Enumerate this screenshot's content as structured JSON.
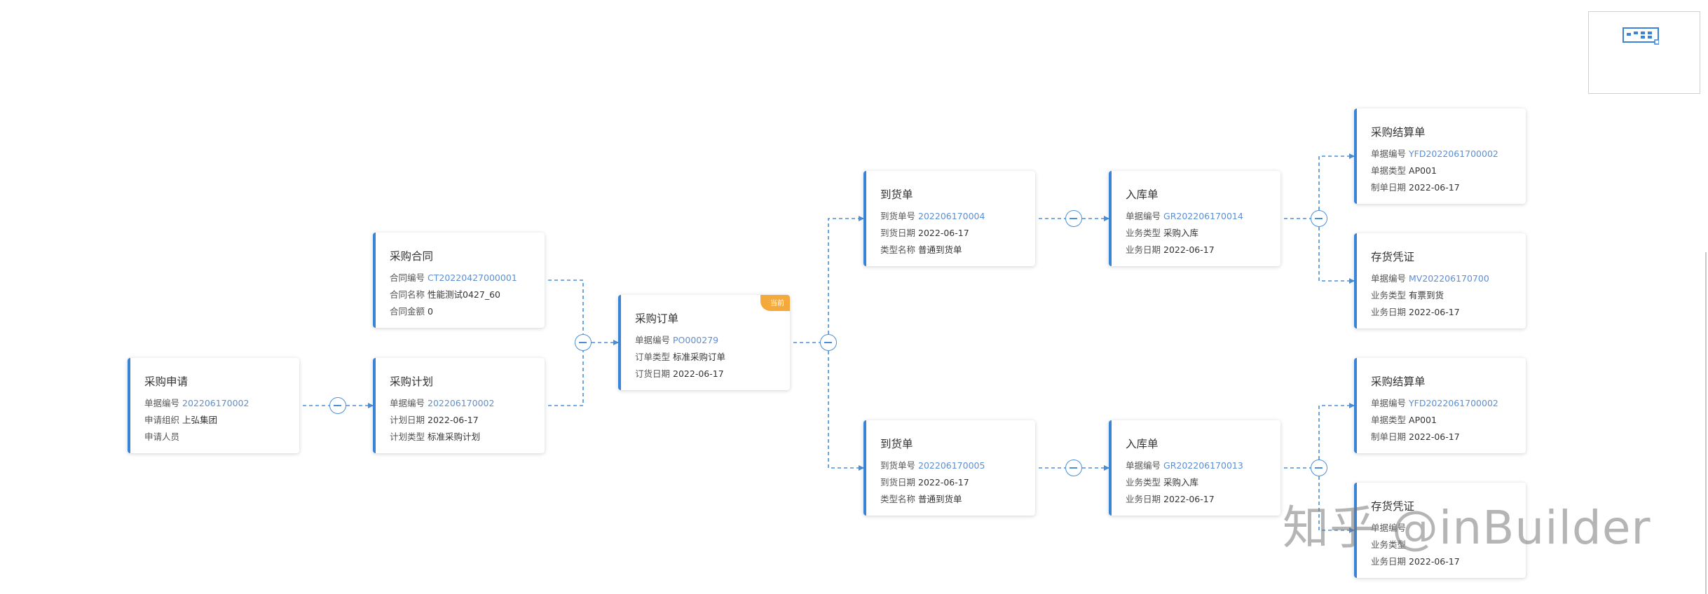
{
  "nodes": {
    "purchase_request": {
      "title": "采购申请",
      "rows": [
        {
          "label": "单据编号",
          "value": "202206170002"
        },
        {
          "label": "申请组织",
          "value": "上弘集团"
        },
        {
          "label": "申请人员",
          "value": ""
        }
      ]
    },
    "purchase_contract": {
      "title": "采购合同",
      "rows": [
        {
          "label": "合同编号",
          "value": "CT20220427000001"
        },
        {
          "label": "合同名称",
          "value": "性能测试0427_60"
        },
        {
          "label": "合同金额",
          "value": "0"
        }
      ]
    },
    "purchase_plan": {
      "title": "采购计划",
      "rows": [
        {
          "label": "单据编号",
          "value": "202206170002"
        },
        {
          "label": "计划日期",
          "value": "2022-06-17"
        },
        {
          "label": "计划类型",
          "value": "标准采购计划"
        }
      ]
    },
    "purchase_order": {
      "title": "采购订单",
      "badge": "当前",
      "rows": [
        {
          "label": "单据编号",
          "value": "PO000279"
        },
        {
          "label": "订单类型",
          "value": "标准采购订单"
        },
        {
          "label": "订货日期",
          "value": "2022-06-17"
        }
      ]
    },
    "arrival_1": {
      "title": "到货单",
      "rows": [
        {
          "label": "到货单号",
          "value": "202206170004"
        },
        {
          "label": "到货日期",
          "value": "2022-06-17"
        },
        {
          "label": "类型名称",
          "value": "普通到货单"
        }
      ]
    },
    "arrival_2": {
      "title": "到货单",
      "rows": [
        {
          "label": "到货单号",
          "value": "202206170005"
        },
        {
          "label": "到货日期",
          "value": "2022-06-17"
        },
        {
          "label": "类型名称",
          "value": "普通到货单"
        }
      ]
    },
    "inbound_1": {
      "title": "入库单",
      "rows": [
        {
          "label": "单据编号",
          "value": "GR202206170014"
        },
        {
          "label": "业务类型",
          "value": "采购入库"
        },
        {
          "label": "业务日期",
          "value": "2022-06-17"
        }
      ]
    },
    "inbound_2": {
      "title": "入库单",
      "rows": [
        {
          "label": "单据编号",
          "value": "GR202206170013"
        },
        {
          "label": "业务类型",
          "value": "采购入库"
        },
        {
          "label": "业务日期",
          "value": "2022-06-17"
        }
      ]
    },
    "settlement_1": {
      "title": "采购结算单",
      "rows": [
        {
          "label": "单据编号",
          "value": "YFD2022061700002"
        },
        {
          "label": "单据类型",
          "value": "AP001"
        },
        {
          "label": "制单日期",
          "value": "2022-06-17"
        }
      ]
    },
    "voucher_1": {
      "title": "存货凭证",
      "rows": [
        {
          "label": "单据编号",
          "value": "MV202206170700"
        },
        {
          "label": "业务类型",
          "value": "有票到货"
        },
        {
          "label": "业务日期",
          "value": "2022-06-17"
        }
      ]
    },
    "settlement_2": {
      "title": "采购结算单",
      "rows": [
        {
          "label": "单据编号",
          "value": "YFD2022061700002"
        },
        {
          "label": "单据类型",
          "value": "AP001"
        },
        {
          "label": "制单日期",
          "value": "2022-06-17"
        }
      ]
    },
    "voucher_2": {
      "title": "存货凭证",
      "rows": [
        {
          "label": "单据编号",
          "value": ""
        },
        {
          "label": "业务类型",
          "value": ""
        },
        {
          "label": "业务日期",
          "value": "2022-06-17"
        }
      ]
    }
  },
  "watermark": "知乎 @inBuilder",
  "colors": {
    "accent": "#3a84d8",
    "link": "#5b8fd6",
    "edge": "#4a8fd8",
    "badge": "#f3a93b"
  }
}
